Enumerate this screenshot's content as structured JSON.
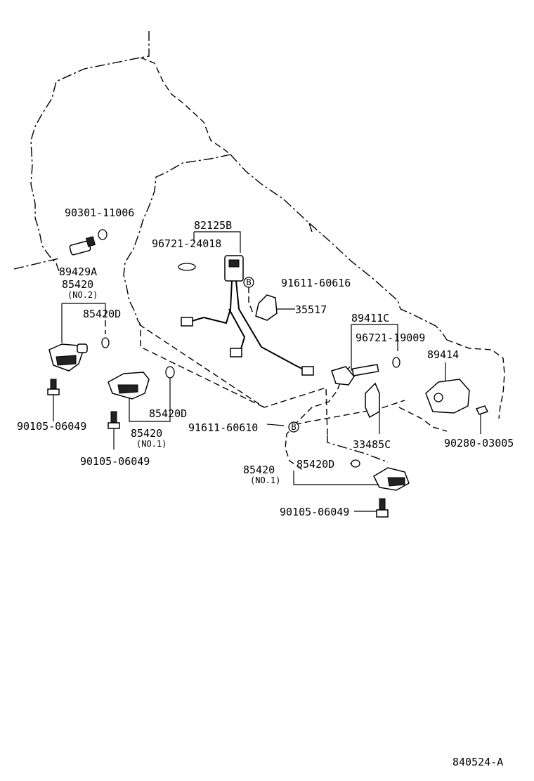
{
  "labels": {
    "p90301": "90301-11006",
    "p89429a": "89429A",
    "p85420_top": "85420",
    "no2": "(NO.2)",
    "p85420d_a": "85420D",
    "p90105_a": "90105-06049",
    "p82125b": "82125B",
    "p96721_24018": "96721-24018",
    "p91611_60616": "91611-60616",
    "p35517": "35517",
    "p89411c": "89411C",
    "p96721_19009": "96721-19009",
    "p89414": "89414",
    "p85420d_b": "85420D",
    "p91611_60610": "91611-60610",
    "p85420_mid": "85420",
    "no1_a": "(NO.1)",
    "p90105_b": "90105-06049",
    "p33485c": "33485C",
    "p90280": "90280-03005",
    "p85420_low": "85420",
    "no1_b": "(NO.1)",
    "p85420d_c": "85420D",
    "p90105_c": "90105-06049",
    "bolt_mark": "B",
    "diagram_code": "840524-A"
  }
}
